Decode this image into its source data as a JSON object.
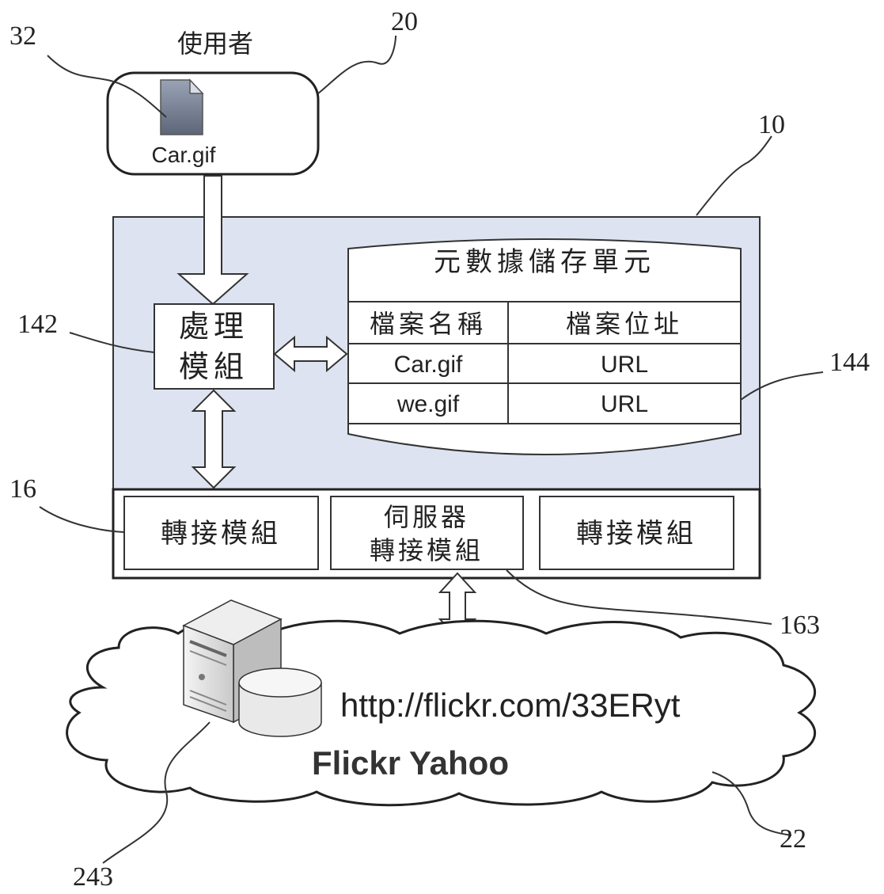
{
  "user": {
    "title": "使用者",
    "file_name": "Car.gif",
    "icon": "document-icon"
  },
  "system": {
    "processing_module": "處理模組",
    "processing_module_line1": "處理",
    "processing_module_line2": "模組",
    "metadata_store": {
      "title": "元數據儲存單元",
      "columns": [
        "檔案名稱",
        "檔案位址"
      ],
      "rows": [
        [
          "Car.gif",
          "URL"
        ],
        [
          "we.gif",
          "URL"
        ]
      ]
    },
    "adapters": {
      "left": "轉接模組",
      "middle_line1": "伺服器",
      "middle_line2": "轉接模組",
      "right": "轉接模組"
    }
  },
  "cloud": {
    "url": "http://flickr.com/33ERyt",
    "name": "Flickr Yahoo",
    "server_icon": "server-icon",
    "database_icon": "database-icon"
  },
  "refs": {
    "r32": "32",
    "r20": "20",
    "r10": "10",
    "r142": "142",
    "r144": "144",
    "r16": "16",
    "r163": "163",
    "r243": "243",
    "r22": "22"
  },
  "colors": {
    "system_fill": "#dde3f0",
    "line": "#222222",
    "db_fill": "#ffffff"
  }
}
